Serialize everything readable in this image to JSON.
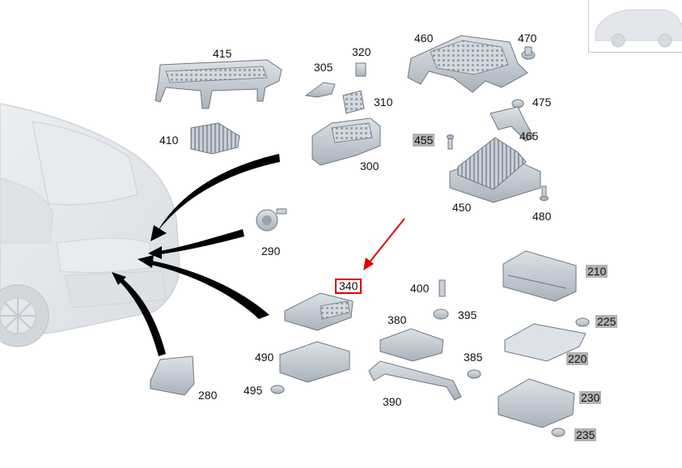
{
  "colors": {
    "part_fill": "#c9d0d8",
    "part_dark": "#8f99a4",
    "part_edge": "#6e7882",
    "car_fill": "#e3e6ea",
    "car_edge": "#cfd4d9",
    "callout_arrow": "#000000",
    "highlight": "#e00000",
    "shaded_label_bg": "#b3b3b3"
  },
  "selected_part": "340",
  "thumbnail": {
    "icon": "vehicle-thumbnail-icon"
  },
  "labels": [
    {
      "id": "p415",
      "text": "415"
    },
    {
      "id": "p305",
      "text": "305"
    },
    {
      "id": "p320",
      "text": "320"
    },
    {
      "id": "p310",
      "text": "310"
    },
    {
      "id": "p460",
      "text": "460"
    },
    {
      "id": "p470",
      "text": "470"
    },
    {
      "id": "p475",
      "text": "475"
    },
    {
      "id": "p465",
      "text": "465"
    },
    {
      "id": "p410",
      "text": "410"
    },
    {
      "id": "p455",
      "text": "455"
    },
    {
      "id": "p300",
      "text": "300"
    },
    {
      "id": "p450",
      "text": "450"
    },
    {
      "id": "p480",
      "text": "480"
    },
    {
      "id": "p290",
      "text": "290"
    },
    {
      "id": "p340",
      "text": "340"
    },
    {
      "id": "p400",
      "text": "400"
    },
    {
      "id": "p395",
      "text": "395"
    },
    {
      "id": "p210",
      "text": "210"
    },
    {
      "id": "p380",
      "text": "380"
    },
    {
      "id": "p225",
      "text": "225"
    },
    {
      "id": "p490",
      "text": "490"
    },
    {
      "id": "p385",
      "text": "385"
    },
    {
      "id": "p220",
      "text": "220"
    },
    {
      "id": "p495",
      "text": "495"
    },
    {
      "id": "p390",
      "text": "390"
    },
    {
      "id": "p230",
      "text": "230"
    },
    {
      "id": "p280",
      "text": "280"
    },
    {
      "id": "p235",
      "text": "235"
    }
  ]
}
